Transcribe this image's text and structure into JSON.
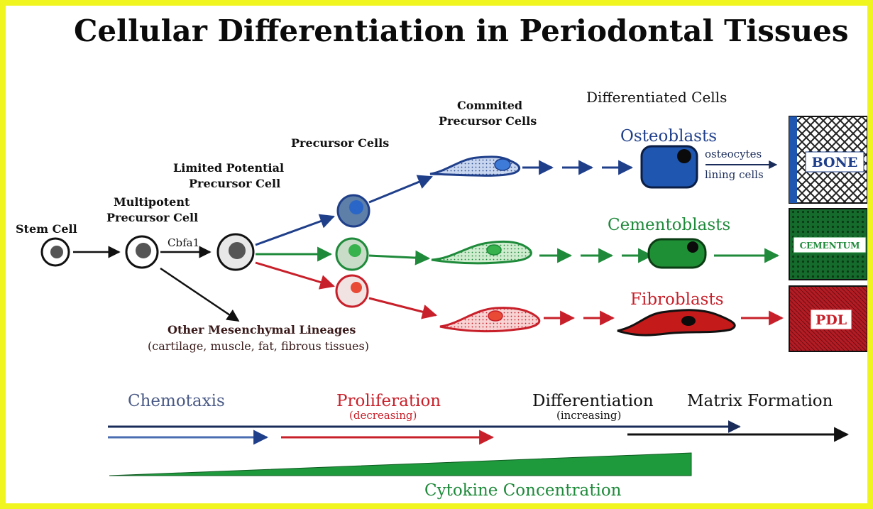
{
  "title": "Cellular Differentiation in Periodontal Tissues",
  "stages": {
    "stem": "Stem Cell",
    "multipotent": [
      "Multipotent",
      "Precursor Cell"
    ],
    "cbfa1": "Cbfa1",
    "limited": [
      "Limited Potential",
      "Precursor Cell"
    ],
    "precursor": "Precursor Cells",
    "committed": [
      "Commited",
      "Precursor Cells"
    ],
    "differentiated": "Differentiated Cells"
  },
  "other_lineages": [
    "Other Mesenchymal Lineages",
    "(cartilage, muscle, fat, fibrous tissues)"
  ],
  "lineages": {
    "osteoblasts": {
      "label": "Osteoblasts",
      "notes": [
        "osteocytes",
        "lining cells"
      ],
      "tissue": "BONE",
      "color": "#1f3f8a"
    },
    "cementoblasts": {
      "label": "Cementoblasts",
      "tissue": "CEMENTUM",
      "color": "#1e8a3a"
    },
    "fibroblasts": {
      "label": "Fibroblasts",
      "tissue": "PDL",
      "color": "#c8202a"
    }
  },
  "processes": {
    "chemotaxis": "Chemotaxis",
    "proliferation": "Proliferation",
    "proliferation_note": "(decreasing)",
    "differentiation": "Differentiation",
    "differentiation_note": "(increasing)",
    "matrix": "Matrix Formation"
  },
  "cytokine": "Cytokine Concentration",
  "colors": {
    "blue": "#1f3f8a",
    "green": "#1e8a3a",
    "red": "#c8202a",
    "frame": "#f1f51f"
  }
}
